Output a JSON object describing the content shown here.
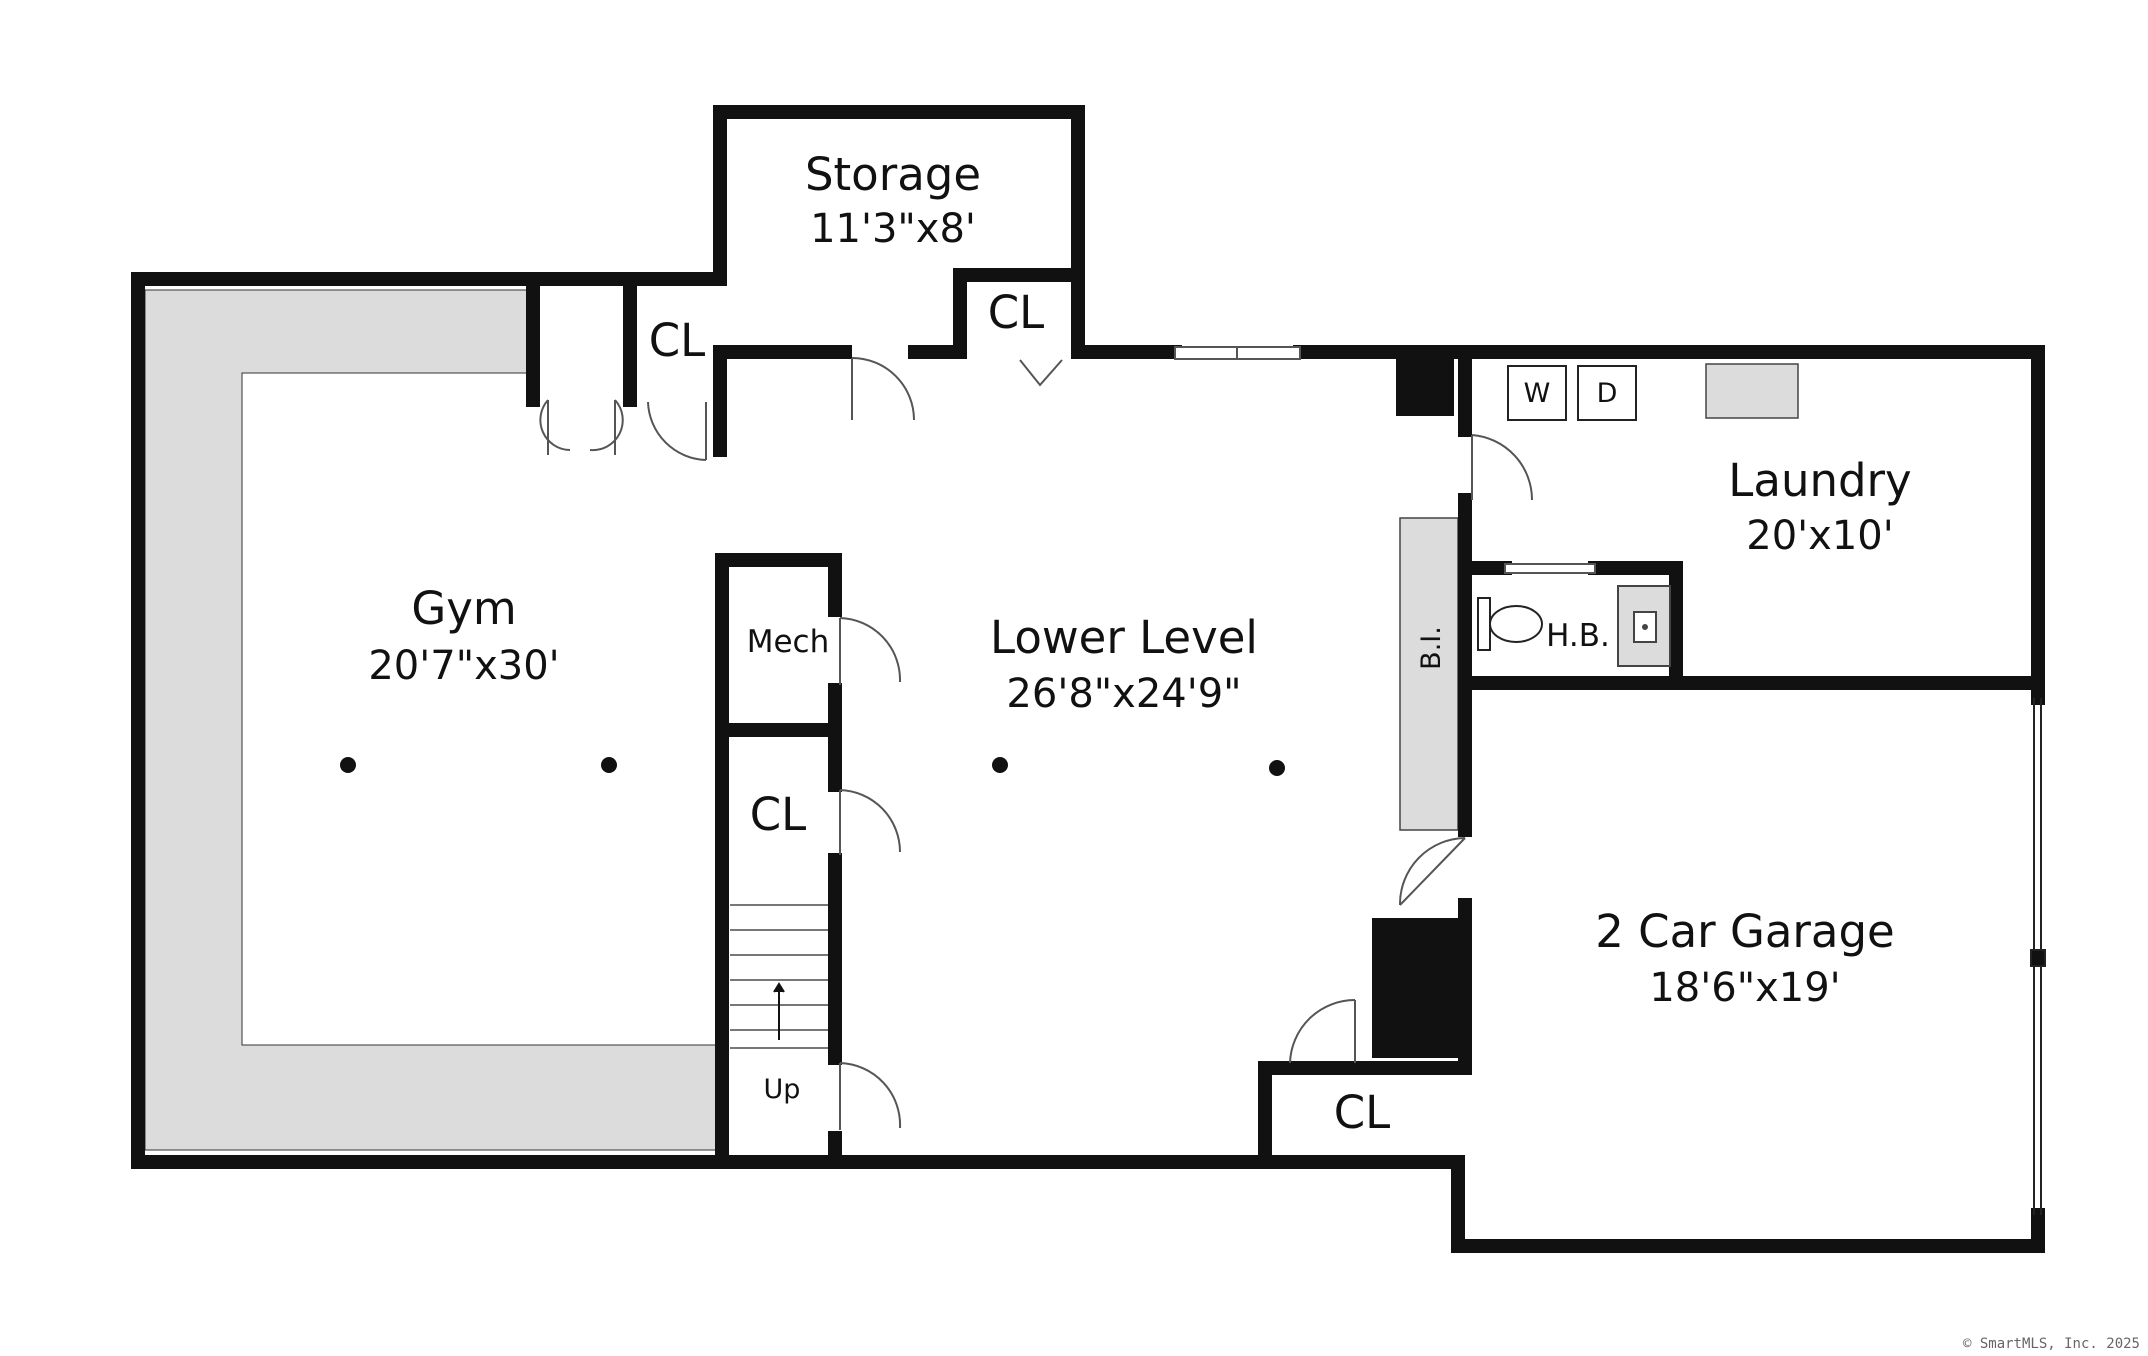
{
  "colors": {
    "wall": "#111111",
    "fill_gray": "#dcdcdc",
    "background": "#ffffff"
  },
  "rooms": {
    "storage": {
      "name": "Storage",
      "dims": "11'3\"x8'"
    },
    "gym": {
      "name": "Gym",
      "dims": "20'7\"x30'"
    },
    "lower_level": {
      "name": "Lower Level",
      "dims": "26'8\"x24'9\""
    },
    "laundry": {
      "name": "Laundry",
      "dims": "20'x10'"
    },
    "garage": {
      "name": "2 Car Garage",
      "dims": "18'6\"x19'"
    }
  },
  "labels": {
    "cl": "CL",
    "mech": "Mech",
    "half_bath": "H.B.",
    "built_in": "B.I.",
    "washer": "W",
    "dryer": "D",
    "stairs_up": "Up"
  },
  "footer": {
    "copyright": "© SmartMLS, Inc. 2025"
  }
}
